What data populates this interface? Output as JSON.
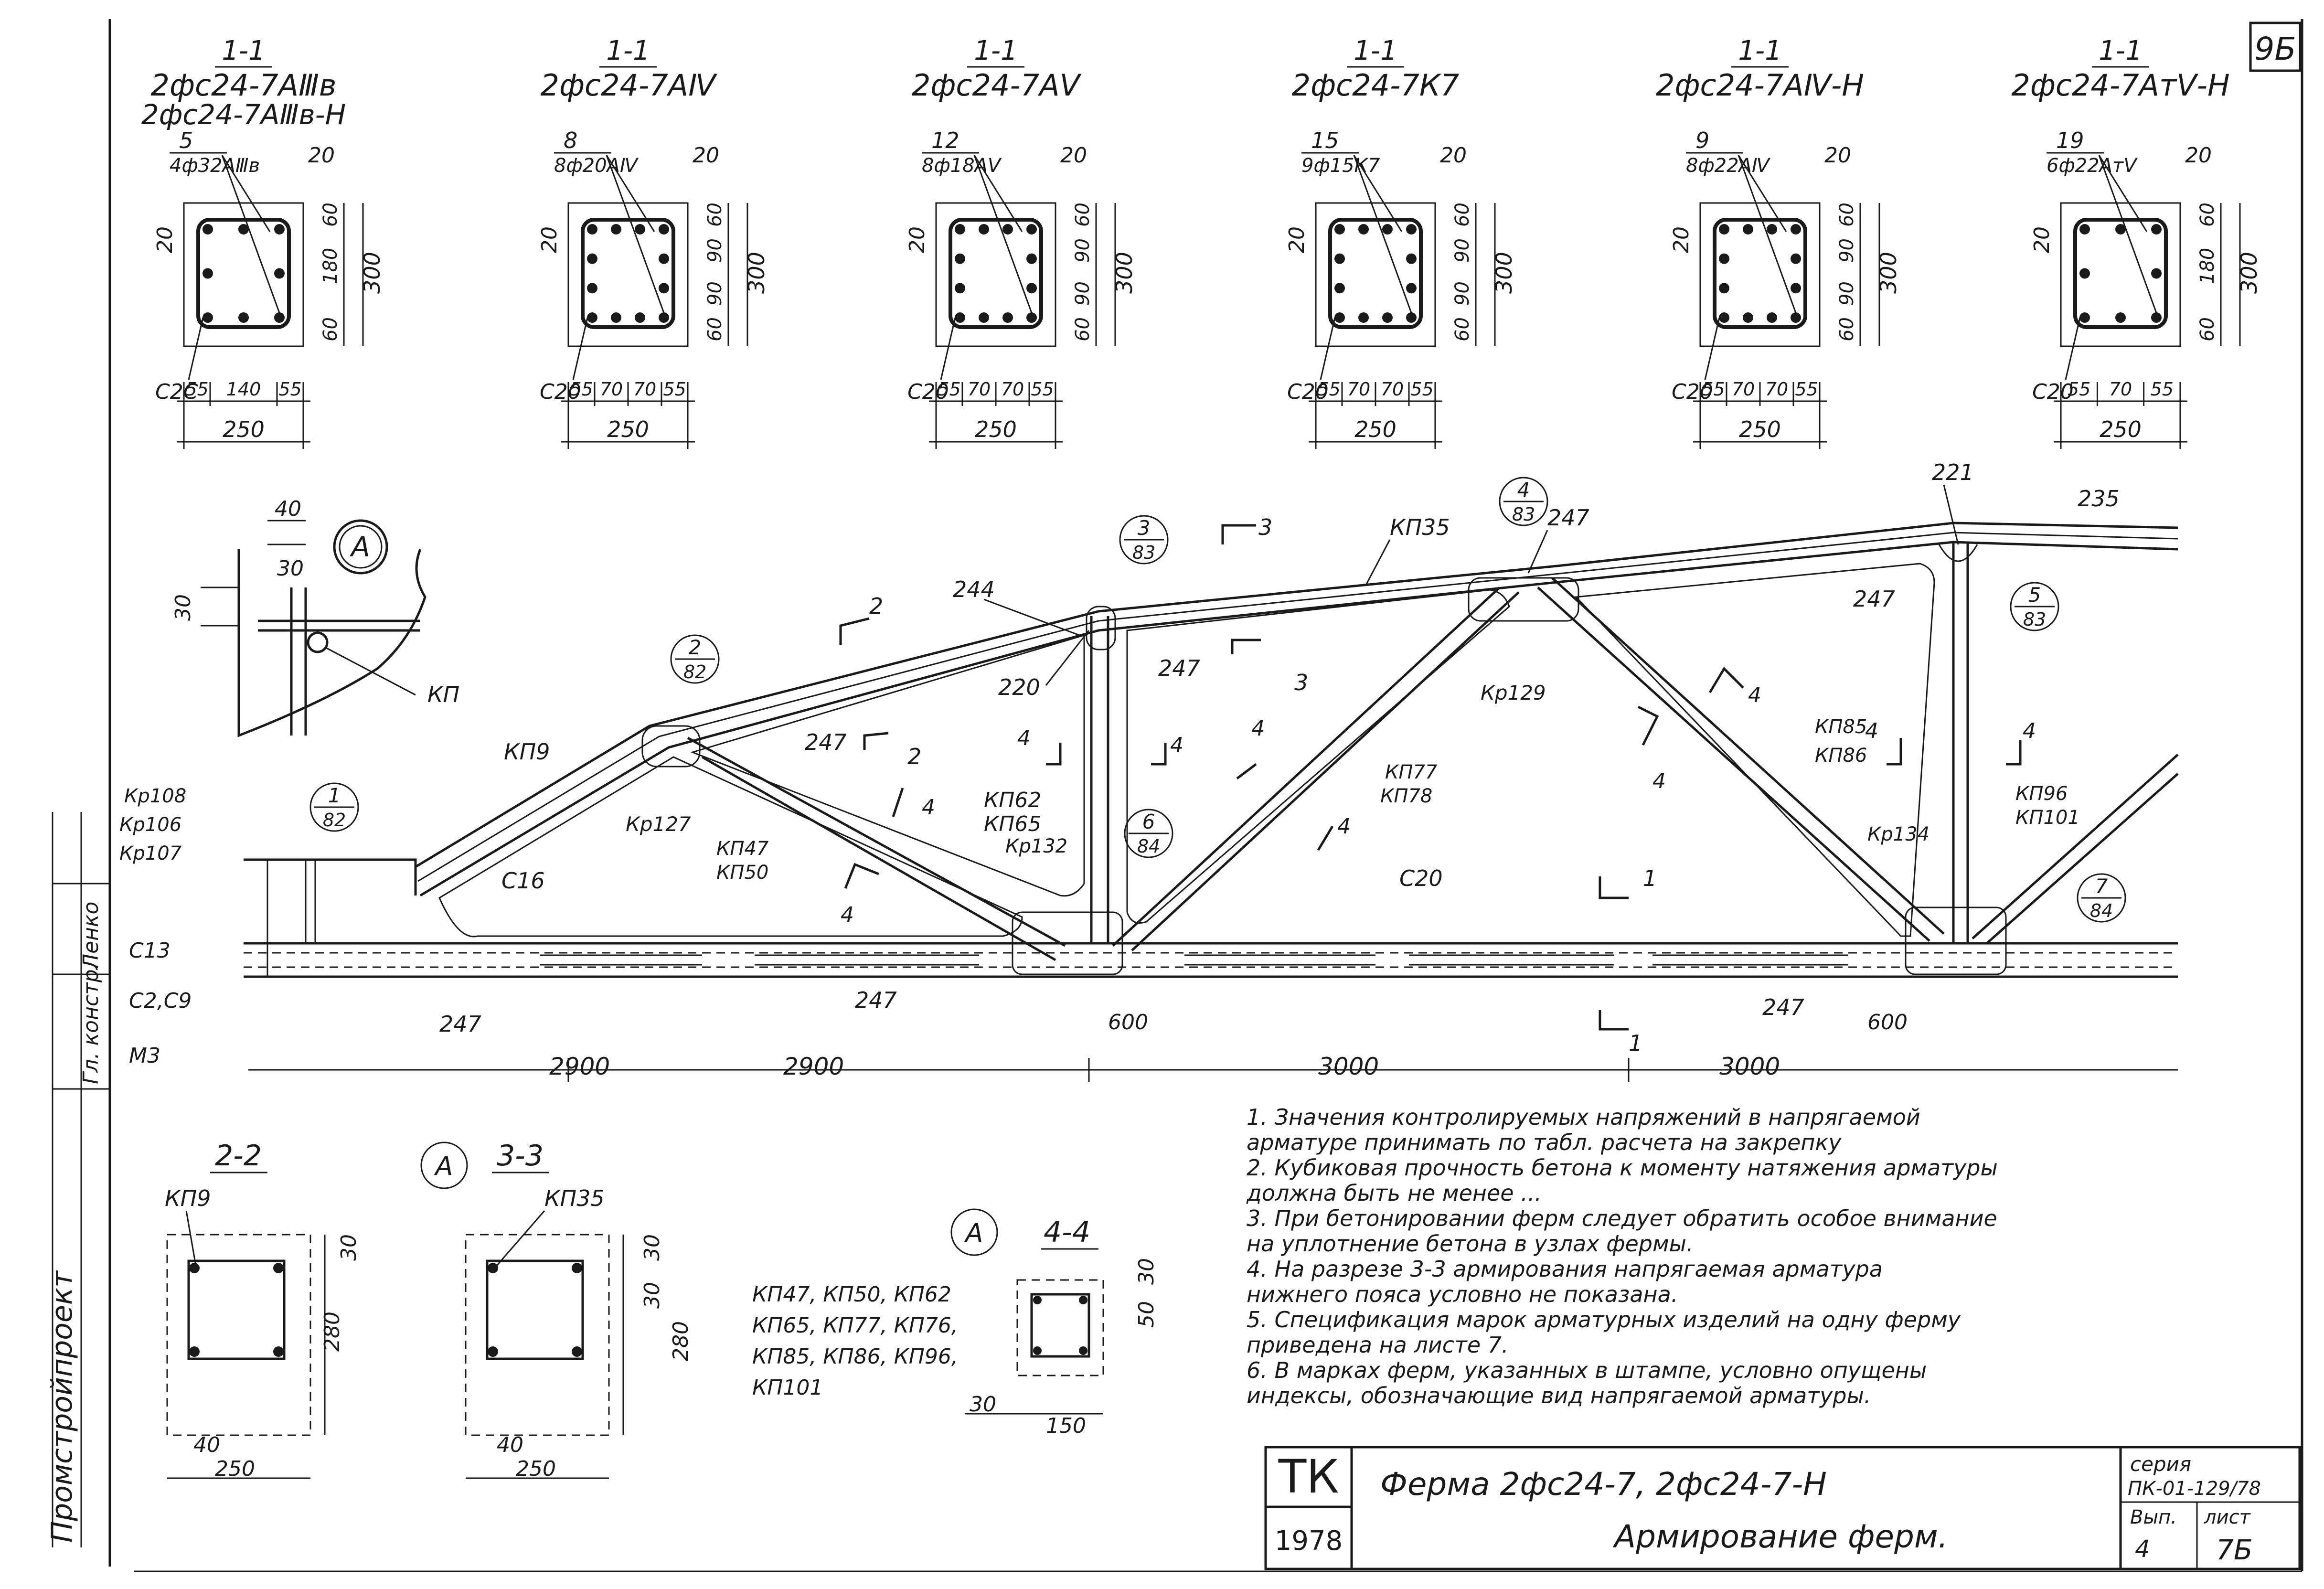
{
  "sheet_number": "9Б",
  "sections_1_1": [
    {
      "cut": "1-1",
      "mark": "2фс24-7АⅢв",
      "mark2": "2фс24-7АⅢв-Н",
      "bar_count": "5",
      "bar_spec": "4ф32АⅢв",
      "cover": "20",
      "left_cover": "20",
      "vert_dims": [
        "60",
        "180",
        "60"
      ],
      "height": "300",
      "horiz_dims": [
        "55",
        "140",
        "55"
      ],
      "width": "250",
      "stirrup": "С2С"
    },
    {
      "cut": "1-1",
      "mark": "2фс24-7АⅣ",
      "mark2": "",
      "bar_count": "8",
      "bar_spec": "8ф20АⅣ",
      "cover": "20",
      "left_cover": "20",
      "vert_dims": [
        "60",
        "90",
        "90",
        "60"
      ],
      "height": "300",
      "horiz_dims": [
        "55",
        "70",
        "70",
        "55"
      ],
      "width": "250",
      "stirrup": "С20"
    },
    {
      "cut": "1-1",
      "mark": "2фс24-7АⅤ",
      "mark2": "",
      "bar_count": "12",
      "bar_spec": "8ф18АⅤ",
      "cover": "20",
      "left_cover": "20",
      "vert_dims": [
        "60",
        "90",
        "90",
        "60"
      ],
      "height": "300",
      "horiz_dims": [
        "55",
        "70",
        "70",
        "55"
      ],
      "width": "250",
      "stirrup": "С20"
    },
    {
      "cut": "1-1",
      "mark": "2фс24-7К7",
      "mark2": "",
      "bar_count": "15",
      "bar_spec": "9ф15К7",
      "cover": "20",
      "left_cover": "20",
      "vert_dims": [
        "60",
        "90",
        "90",
        "60"
      ],
      "height": "300",
      "horiz_dims": [
        "55",
        "70",
        "70",
        "55"
      ],
      "width": "250",
      "stirrup": "С20"
    },
    {
      "cut": "1-1",
      "mark": "2фс24-7АⅣ-Н",
      "mark2": "",
      "bar_count": "9",
      "bar_spec": "8ф22АⅣ",
      "cover": "20",
      "left_cover": "20",
      "vert_dims": [
        "60",
        "90",
        "90",
        "60"
      ],
      "height": "300",
      "horiz_dims": [
        "55",
        "70",
        "70",
        "55"
      ],
      "width": "250",
      "stirrup": "С20"
    },
    {
      "cut": "1-1",
      "mark": "2фс24-7АтⅤ-Н",
      "mark2": "",
      "bar_count": "19",
      "bar_spec": "6ф22АтⅤ",
      "cover": "20",
      "left_cover": "20",
      "vert_dims": [
        "60",
        "180",
        "60"
      ],
      "height": "300",
      "horiz_dims": [
        "55",
        "70",
        "55"
      ],
      "width": "250",
      "stirrup": "С20"
    }
  ],
  "detail_a": {
    "label": "А",
    "dim1": "40",
    "dim2": "30",
    "dim3": "30",
    "bar": "КП"
  },
  "truss": {
    "callouts": [
      {
        "num": "1",
        "sheet": "82"
      },
      {
        "num": "2",
        "sheet": "82"
      },
      {
        "num": "3",
        "sheet": "83"
      },
      {
        "num": "4",
        "sheet": "83"
      },
      {
        "num": "5",
        "sheet": "83"
      },
      {
        "num": "6",
        "sheet": "84"
      },
      {
        "num": "7",
        "sheet": "84"
      }
    ],
    "labels": {
      "kp35": "КП35",
      "n247a": "247",
      "n221": "221",
      "n235": "235",
      "n244": "244",
      "n220": "220",
      "n247b": "247",
      "n247c": "247",
      "n247d": "247",
      "n247e": "247",
      "n247f": "247",
      "n247g": "247",
      "kp9": "КП9",
      "kr127": "Кр127",
      "kr129": "Кр129",
      "kr132": "Кр132",
      "kr134": "Кр134",
      "kp47": "КП47",
      "kp50": "КП50",
      "kp62": "КП62",
      "kp65": "КП65",
      "kp77": "КП77",
      "kp78": "КП78",
      "kp85": "КП85",
      "kp86": "КП86",
      "kp96": "КП96",
      "kp101": "КП101",
      "c16": "С16",
      "c20": "С20",
      "c13": "С13",
      "c2c9": "С2,С9",
      "m3": "М3",
      "kp108": "Кр108",
      "kr106": "Кр106",
      "kr107": "Кр107",
      "cut2": "2",
      "cut3": "3",
      "cut4": "4",
      "cut1": "1",
      "dim600a": "600",
      "dim600b": "600",
      "span1": "2900",
      "span2": "2900",
      "span3": "3000",
      "span4": "3000"
    }
  },
  "section_2_2": {
    "title": "2-2",
    "bar": "КП9",
    "d30": "30",
    "h": "280",
    "d40": "40",
    "w": "250"
  },
  "section_3_3": {
    "title": "3-3",
    "ref": "А",
    "bar": "КП35",
    "d30a": "30",
    "d30b": "30",
    "h": "280",
    "d40": "40",
    "w": "250"
  },
  "section_4_4": {
    "title": "4-4",
    "ref": "А",
    "d30a": "30",
    "d30b": "30",
    "d50": "50",
    "w": "150",
    "bars": [
      "КП47, КП50, КП62",
      "КП65, КП77, КП76,",
      "КП85, КП86, КП96,",
      "КП101"
    ]
  },
  "notes": [
    "1. Значения контролируемых напряжений в напрягаемой",
    "арматуре принимать по табл. расчета на закрепку",
    "2. Кубиковая прочность бетона к моменту натяжения арматуры",
    "должна быть не менее ...",
    "3. При бетонировании ферм следует обратить особое внимание",
    "на уплотнение бетона в узлах фермы.",
    "4. На разрезе 3-3 армирования напрягаемая арматура",
    "нижнего пояса условно не показана.",
    "5. Спецификация марок арматурных изделий на одну ферму",
    "приведена на листе 7.",
    "6. В марках ферм, указанных в штампе, условно опущены",
    "индексы, обозначающие вид напрягаемой арматуры."
  ],
  "title_block": {
    "logo": "ТК",
    "year": "1978",
    "title": "Ферма 2фс24-7, 2фс24-7-Н",
    "subtitle": "Армирование ферм.",
    "series_label": "серия",
    "series": "ПК-01-129/78",
    "issue_label": "Вып.",
    "issue": "4",
    "sheet_label": "лист",
    "sheet": "7Б"
  },
  "side_stamp": {
    "org": "Промстройпроект",
    "dept": "Гл. констр.",
    "author": "Ленко"
  }
}
